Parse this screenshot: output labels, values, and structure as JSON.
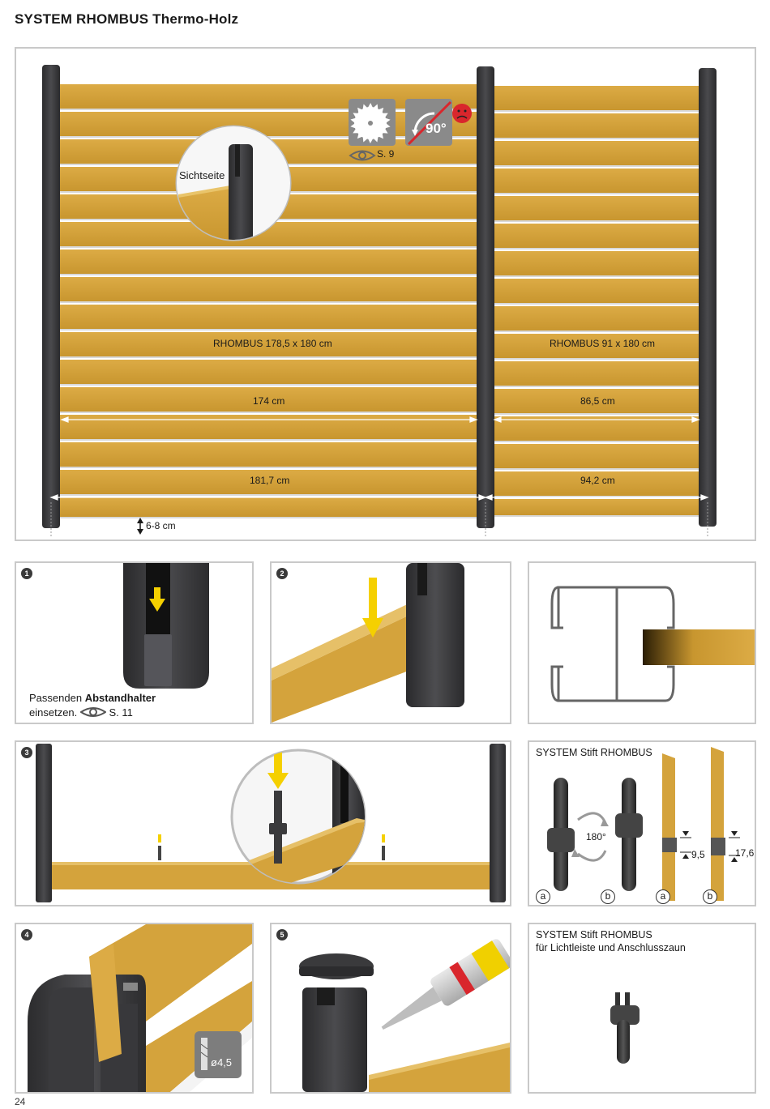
{
  "page": {
    "title": "SYSTEM RHOMBUS Thermo-Holz",
    "page_number": "24"
  },
  "overview": {
    "sichtseite_label": "Sichtseite",
    "page_ref": "S. 9",
    "angle_label": "90°",
    "left_panel": {
      "name": "RHOMBUS 178,5 x 180 cm",
      "inner_width": "174 cm",
      "outer_width": "181,7 cm"
    },
    "right_panel": {
      "name": "RHOMBUS 91 x 180 cm",
      "inner_width": "86,5 cm",
      "outer_width": "94,2 cm"
    },
    "ground_gap": "6-8 cm"
  },
  "steps": {
    "step1": {
      "number": "1",
      "text_prefix": "Passenden",
      "text_bold": "Abstandhalter",
      "text_suffix": "einsetzen.",
      "page_ref": "S. 11"
    },
    "step2": {
      "number": "2"
    },
    "step3": {
      "number": "3"
    },
    "step4": {
      "number": "4",
      "drill_label": "ø4,5"
    },
    "step5": {
      "number": "5"
    }
  },
  "stift_panel": {
    "title": "SYSTEM Stift RHOMBUS",
    "rotation": "180°",
    "dim_a": "9,5",
    "dim_b": "17,6",
    "labels": [
      "a",
      "b",
      "a",
      "b"
    ]
  },
  "stift_panel_2": {
    "title": "SYSTEM Stift RHOMBUS",
    "subtitle": "für Lichtleiste und Anschlusszaun"
  },
  "colors": {
    "wood": "#d4a33c",
    "wood_dark": "#b88a2a",
    "post": "#3a3a3c",
    "arrow": "#f5d000",
    "warning": "#d9262c",
    "frame": "#c9c9c9"
  }
}
